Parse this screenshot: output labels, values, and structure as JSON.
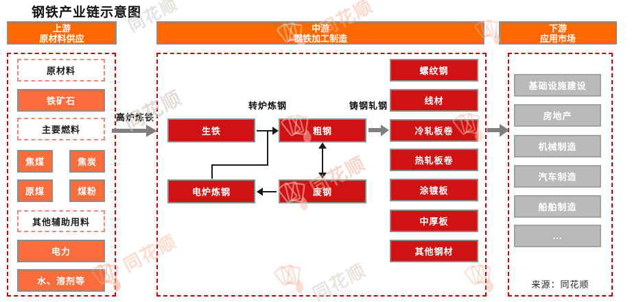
{
  "title": "钢铁产业链示意图",
  "source": "来源：同花顺",
  "watermark": {
    "text": "同花顺"
  },
  "upstream": {
    "header": {
      "line1": "上游",
      "line2": "原材料供应"
    },
    "items": [
      {
        "label": "原材料"
      },
      {
        "label": "铁矿石"
      },
      {
        "label": "主要燃料"
      },
      {
        "label": "焦煤"
      },
      {
        "label": "焦炭"
      },
      {
        "label": "原煤"
      },
      {
        "label": "煤粉"
      },
      {
        "label": "其他辅助用料"
      },
      {
        "label": "电力"
      },
      {
        "label": "水、溶剂等"
      }
    ]
  },
  "midstream": {
    "header": {
      "line1": "中游",
      "line2": "钢铁加工制造"
    },
    "flow_labels": {
      "blast_furnace": "高炉炼铁",
      "converter": "转炉炼钢",
      "cast_roll": "铸钢轧钢"
    },
    "process": {
      "pig_iron": "生铁",
      "crude_steel": "粗钢",
      "eaf": "电炉炼钢",
      "scrap": "废钢"
    },
    "products": [
      {
        "label": "螺纹钢"
      },
      {
        "label": "线材"
      },
      {
        "label": "冷轧板卷"
      },
      {
        "label": "热轧板卷"
      },
      {
        "label": "涂镀板"
      },
      {
        "label": "中厚板"
      },
      {
        "label": "其他钢材"
      }
    ]
  },
  "downstream": {
    "header": {
      "line1": "下游",
      "line2": "应用市场"
    },
    "items": [
      {
        "label": "基础设施建设"
      },
      {
        "label": "房地产"
      },
      {
        "label": "机械制造"
      },
      {
        "label": "汽车制造"
      },
      {
        "label": "船舶制造"
      },
      {
        "label": "..."
      }
    ]
  },
  "colors": {
    "orange_header": "#FF6700",
    "orange_box": "#FB6C3C",
    "red_box": "#CF1315",
    "gray_box": "#BABABA",
    "container_dash": "#C40000",
    "item_dash": "#F08878",
    "box_border": "#8C8C8C",
    "arrow_gray": "#7F7F7F",
    "arrow_black": "#1A1A1A"
  }
}
